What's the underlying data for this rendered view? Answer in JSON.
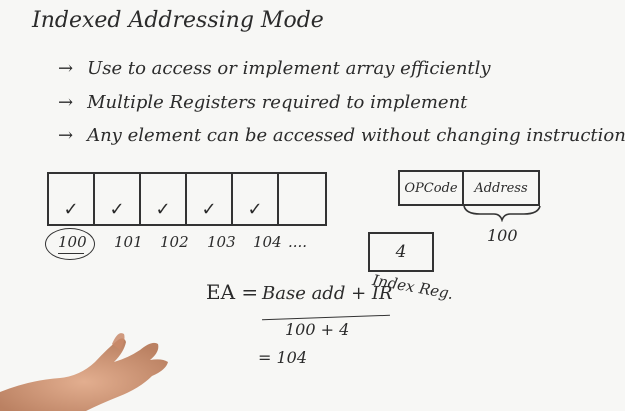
{
  "title": "Indexed Addressing Mode",
  "bullets": [
    {
      "arrow": "→",
      "text": "Use to access or implement array efficiently"
    },
    {
      "arrow": "→",
      "text": "Multiple Registers required to implement"
    },
    {
      "arrow": "→",
      "text": "Any element can be accessed without changing instruction"
    }
  ],
  "array": {
    "marks": [
      "✓",
      "✓",
      "✓",
      "✓",
      "✓",
      ""
    ],
    "addresses": [
      "100",
      "101",
      "102",
      "103",
      "104",
      "...."
    ]
  },
  "instruction": {
    "opcode": "OPCode",
    "address": "Address",
    "address_value": "100"
  },
  "index_register": {
    "value": "4",
    "label": "Index Reg."
  },
  "formula": {
    "lhs": "EA =",
    "rhs": "Base add + IR",
    "step1": "100 + 4",
    "result": "= 104"
  },
  "colors": {
    "board": "#f7f7f5",
    "ink": "#2b2b2b",
    "skin": "#c98a6a"
  }
}
